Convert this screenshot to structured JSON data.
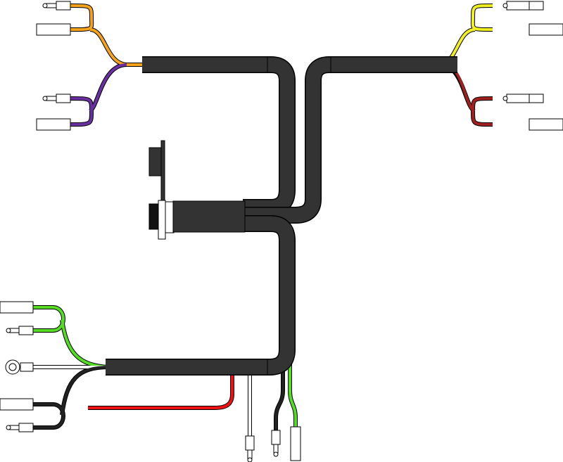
{
  "diagram": {
    "type": "wiring-harness",
    "colors": {
      "cable": "#333333",
      "orange": "#f5a31a",
      "purple": "#6a2fa0",
      "yellow": "#f0f020",
      "dark_red": "#a02020",
      "green": "#55dd22",
      "red": "#ee1111",
      "white": "#ffffff",
      "black": "#222222"
    },
    "branches": [
      {
        "name": "top-left",
        "wires": [
          "orange",
          "orange",
          "purple",
          "purple"
        ]
      },
      {
        "name": "top-right",
        "wires": [
          "yellow",
          "yellow",
          "dark_red",
          "dark_red"
        ]
      },
      {
        "name": "bottom-left",
        "wires": [
          "green",
          "green",
          "white",
          "black",
          "black"
        ]
      },
      {
        "name": "bottom",
        "wires": [
          "red",
          "white",
          "black",
          "green"
        ]
      }
    ]
  }
}
